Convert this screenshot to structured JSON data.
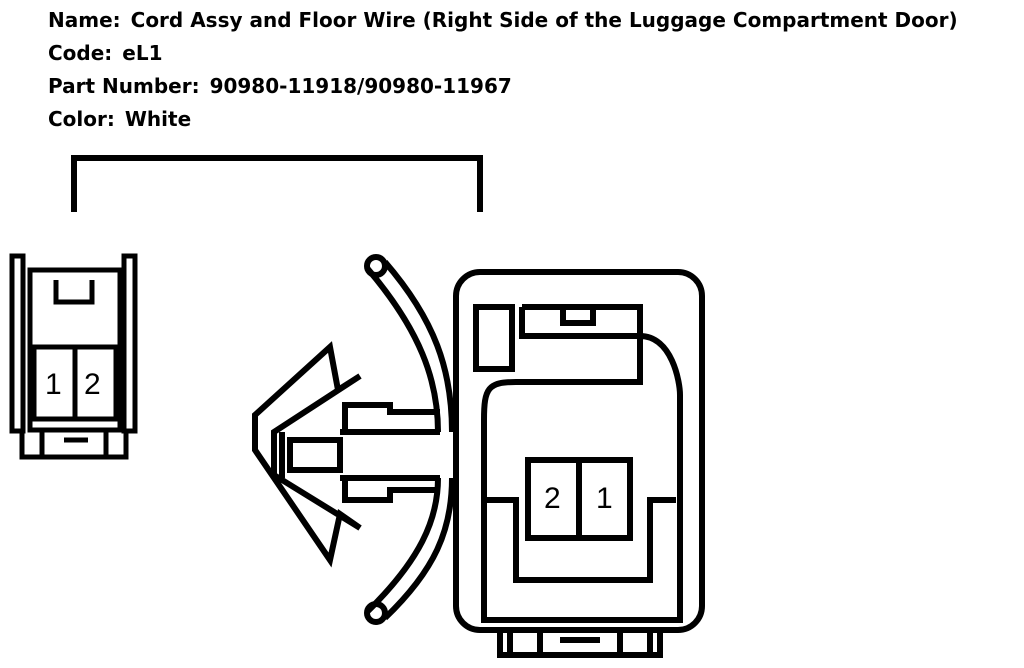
{
  "header": {
    "name_label": "Name:",
    "name_value": "Cord Assy and Floor Wire (Right Side of the Luggage Compartment Door)",
    "code_label": "Code:",
    "code_value": "eL1",
    "part_label": "Part Number:",
    "part_value": "90980-11918/90980-11967",
    "color_label": "Color:",
    "color_value": "White"
  },
  "small_connector": {
    "pins": [
      "1",
      "2"
    ]
  },
  "large_connector": {
    "pins": [
      "2",
      "1"
    ]
  }
}
